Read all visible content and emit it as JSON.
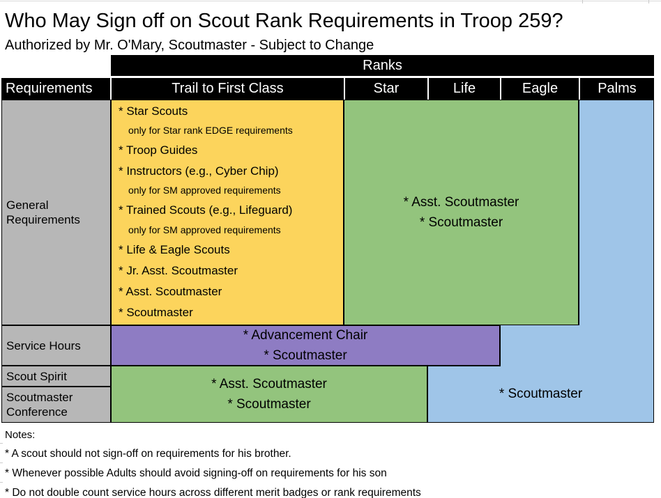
{
  "page": {
    "title": "Who May Sign off on Scout Rank Requirements in Troop 259?",
    "subtitle": "Authorized by Mr. O'Mary, Scoutmaster - Subject to Change"
  },
  "table": {
    "banner": "Ranks",
    "corner_header": "Requirements",
    "columns": [
      "Trail to First Class",
      "Star",
      "Life",
      "Eagle",
      "Palms"
    ],
    "row_labels": {
      "general": "General Requirements",
      "service": "Service Hours",
      "spirit": "Scout Spirit",
      "conference": "Scoutmaster Conference"
    },
    "cells": {
      "general_trail_to_first_class": {
        "items": [
          {
            "text": "* Star Scouts",
            "indent": false
          },
          {
            "text": "only for Star rank EDGE requirements",
            "indent": true
          },
          {
            "text": "* Troop Guides",
            "indent": false
          },
          {
            "text": "* Instructors (e.g., Cyber Chip)",
            "indent": false
          },
          {
            "text": "only for SM approved requirements",
            "indent": true
          },
          {
            "text": "* Trained Scouts (e.g., Lifeguard)",
            "indent": false
          },
          {
            "text": "only for SM approved requirements",
            "indent": true
          },
          {
            "text": "* Life & Eagle Scouts",
            "indent": false
          },
          {
            "text": "* Jr. Asst. Scoutmaster",
            "indent": false
          },
          {
            "text": "* Asst. Scoutmaster",
            "indent": false
          },
          {
            "text": "* Scoutmaster",
            "indent": false
          }
        ]
      },
      "general_star_life_eagle": {
        "line1": "* Asst. Scoutmaster",
        "line2": "* Scoutmaster"
      },
      "service_hours_signoff": {
        "line1": "* Advancement Chair",
        "line2": "* Scoutmaster"
      },
      "spirit_conference_signoff": {
        "line1": "* Asst. Scoutmaster",
        "line2": "* Scoutmaster"
      },
      "palms_region_signoff": {
        "text": "* Scoutmaster"
      }
    }
  },
  "notes": {
    "heading": "Notes:",
    "items": [
      "* A scout should not sign-off on requirements for his brother.",
      "* Whenever possible Adults should avoid signing-off on requirements for his son",
      "* Do not double count service hours across different merit badges or rank requirements"
    ]
  },
  "colors": {
    "yellow": "#FCD45C",
    "green": "#93C47D",
    "blue": "#9FC5E8",
    "purple": "#8E7CC3",
    "gray": "#B7B7B7",
    "header_bg": "#000000",
    "header_text": "#FFFFFF"
  }
}
